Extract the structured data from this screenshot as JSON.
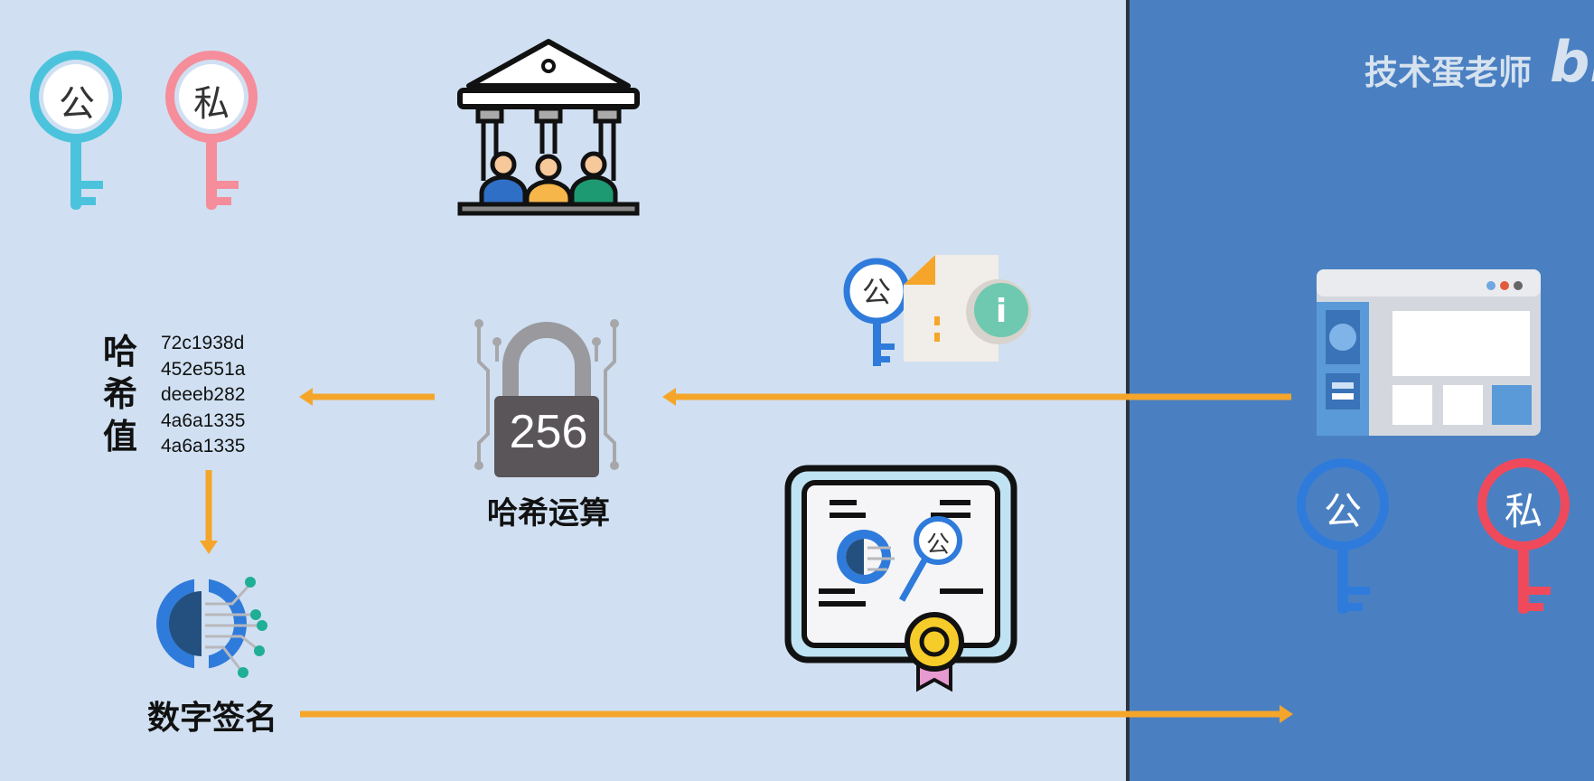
{
  "keys_top": {
    "public": "公",
    "private": "私"
  },
  "keys_right": {
    "public": "公",
    "private": "私"
  },
  "doc_key": "公",
  "cert_key": "公",
  "hash": {
    "label": "哈希值",
    "values": [
      "72c1938d",
      "452e551a",
      "deeeb282",
      "4a6a1335",
      "4a6a1335"
    ]
  },
  "lock": {
    "number": "256",
    "label": "哈希运算"
  },
  "signature": {
    "label": "数字签名"
  },
  "watermark": {
    "text": "技术蛋老师",
    "logo": "bi"
  },
  "colors": {
    "left_bg": "#d0e0f2",
    "right_bg": "#4a80c2",
    "arrow": "#f5a62a"
  }
}
